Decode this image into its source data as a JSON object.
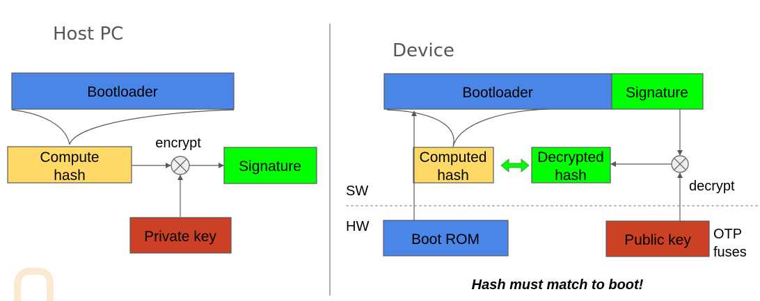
{
  "colors": {
    "blue": "#4a86e8",
    "yellow": "#ffd966",
    "green": "#00ff00",
    "red": "#cc4125",
    "watermark": "#fde9d2"
  },
  "host": {
    "title": "Host PC",
    "bootloader": "Bootloader",
    "compute_hash": [
      "Compute",
      "hash"
    ],
    "encrypt": "encrypt",
    "signature": "Signature",
    "private_key": "Private key"
  },
  "device": {
    "title": "Device",
    "bootloader": "Bootloader",
    "signature": "Signature",
    "computed_hash": [
      "Computed",
      "hash"
    ],
    "decrypted_hash": [
      "Decrypted",
      "hash"
    ],
    "decrypt": "decrypt",
    "sw": "SW",
    "hw": "HW",
    "boot_rom": "Boot ROM",
    "public_key": "Public key",
    "otp": [
      "OTP",
      "fuses"
    ],
    "caption": "Hash must match to boot!"
  }
}
